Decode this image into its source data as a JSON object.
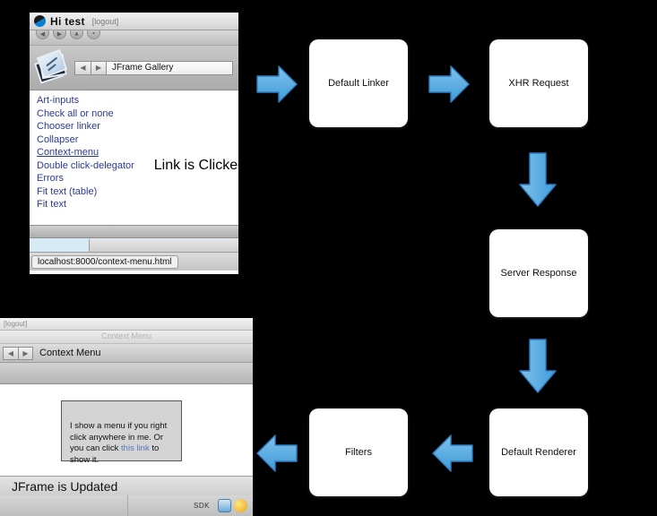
{
  "top_window": {
    "logo_icon": "blue-black-circle-logo",
    "greeting": "Hi test",
    "logout_label": "[logout]",
    "window_buttons": [
      "←",
      "→",
      "↑",
      "•"
    ],
    "toolbar_icon": "photo-gallery-icon",
    "nav_back_icon": "◀",
    "nav_forward_icon": "▶",
    "address_value": "JFrame Gallery",
    "links": [
      {
        "label": "Art-inputs",
        "underlined": false
      },
      {
        "label": "Check all or none",
        "underlined": false
      },
      {
        "label": "Chooser linker",
        "underlined": false
      },
      {
        "label": "Collapser",
        "underlined": false
      },
      {
        "label": "Context-menu",
        "underlined": true
      },
      {
        "label": "Double click-delegator",
        "underlined": false
      },
      {
        "label": "Errors",
        "underlined": false
      },
      {
        "label": "Fit text (table)",
        "underlined": false
      },
      {
        "label": "Fit text",
        "underlined": false
      }
    ],
    "banner_text": "Link is Clicked",
    "status_url": "localhost:8000/context-menu.html"
  },
  "bottom_window": {
    "logout_label": "[logout]",
    "ghost_title": "Context Menu",
    "nav_back_icon": "◀",
    "nav_forward_icon": "▶",
    "page_title": "Context Menu",
    "context_box": {
      "text_before": "I show a menu if you right click anywhere in me. Or you can click ",
      "link_label": "this link",
      "text_after": " to show it."
    },
    "update_status": "JFrame is Updated",
    "dock": {
      "sdk_label": "SDK",
      "icons": [
        "finder-icon",
        "app-yellow-icon"
      ]
    }
  },
  "diagram": {
    "background_color": "#000000",
    "node_color": "#ffffff",
    "arrow_color": "#5eaee4",
    "nodes": [
      {
        "id": "default-linker",
        "label": "Default Linker"
      },
      {
        "id": "xhr-request",
        "label": "XHR Request"
      },
      {
        "id": "server-response",
        "label": "Server Response"
      },
      {
        "id": "default-renderer",
        "label": "Default Renderer"
      },
      {
        "id": "filters",
        "label": "Filters"
      }
    ],
    "arrows": [
      {
        "id": "arrow-into-linker",
        "direction": "right"
      },
      {
        "id": "arrow-linker-to-xhr",
        "direction": "right"
      },
      {
        "id": "arrow-xhr-to-server",
        "direction": "down"
      },
      {
        "id": "arrow-server-to-renderer",
        "direction": "down"
      },
      {
        "id": "arrow-renderer-to-filters",
        "direction": "left"
      },
      {
        "id": "arrow-filters-out",
        "direction": "left"
      }
    ]
  }
}
